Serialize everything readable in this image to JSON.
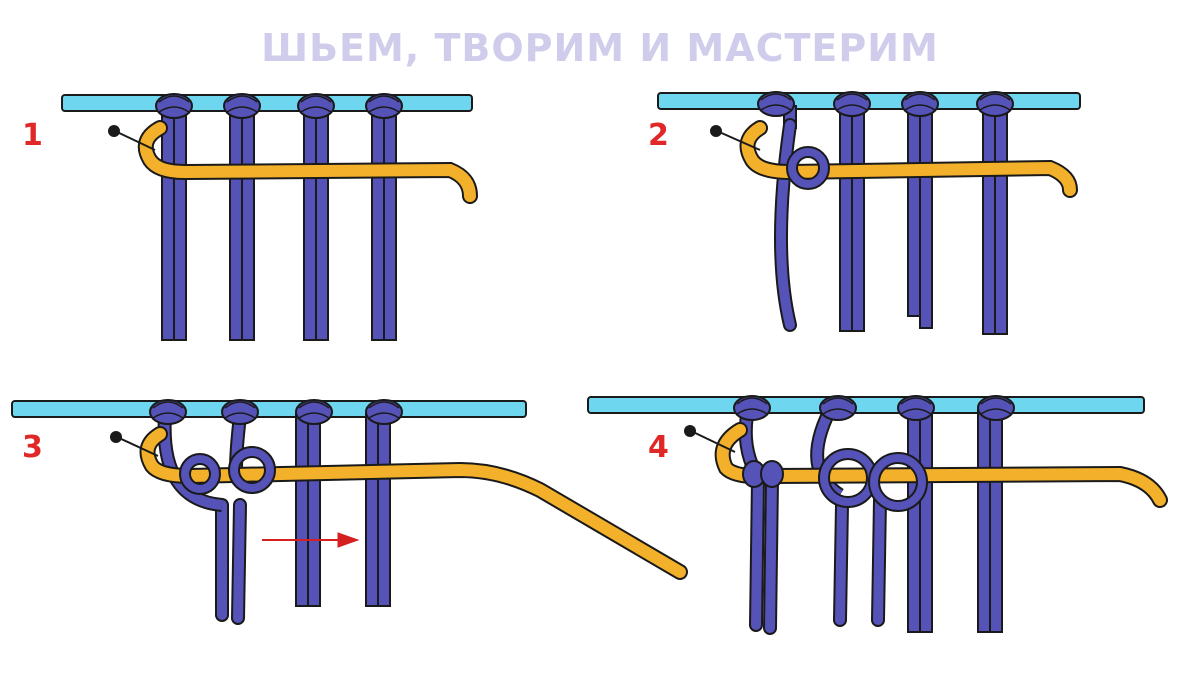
{
  "title": "ШЬЕМ, ТВОРИМ И МАСТЕРИМ",
  "colors": {
    "holder_cord": "#6fd6f0",
    "working_cord": "#f3b02a",
    "knot_cords": "#5552b8",
    "outline": "#1a1a1a",
    "arrow": "#d42020",
    "title": "#cfcdeb",
    "step_numbers": "#e02828"
  },
  "steps": [
    {
      "label": "1"
    },
    {
      "label": "2"
    },
    {
      "label": "3"
    },
    {
      "label": "4"
    }
  ]
}
